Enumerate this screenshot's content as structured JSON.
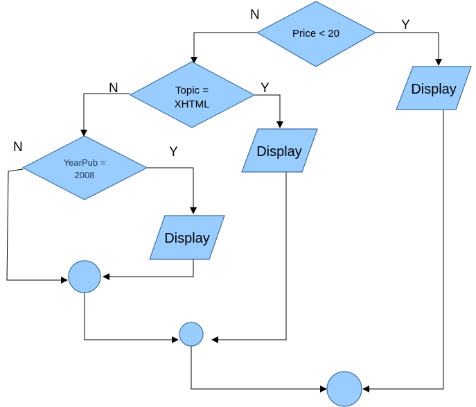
{
  "decisions": {
    "price": {
      "line1": "Price < 20",
      "line2": ""
    },
    "topic": {
      "line1": "Topic =",
      "line2": "XHTML"
    },
    "yearpub": {
      "line1": "YearPub =",
      "line2": "2008"
    }
  },
  "outputs": {
    "price_display": "Display",
    "topic_display": "Display",
    "yearpub_display": "Display"
  },
  "branch_labels": {
    "price_no": "N",
    "price_yes": "Y",
    "topic_no": "N",
    "topic_yes": "Y",
    "yearpub_no": "N",
    "yearpub_yes": "Y"
  },
  "colors": {
    "shape_fill": "#99ccff",
    "shape_stroke": "#3a6ea5",
    "line": "#000000"
  }
}
